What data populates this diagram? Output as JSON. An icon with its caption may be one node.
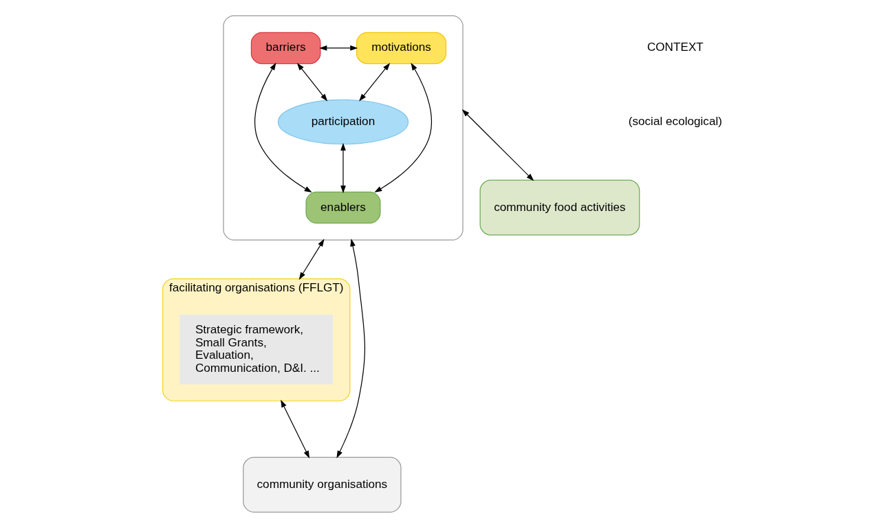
{
  "diagram": {
    "nodes": [
      {
        "text": [],
        "shape": "box"
      },
      {
        "text": [
          "motivations"
        ],
        "in": 0
      },
      {
        "text": [
          "barriers"
        ],
        "in": 0
      },
      {
        "text": [
          "participation"
        ],
        "in": 0
      },
      {
        "text": [
          "enablers"
        ],
        "in": 0
      },
      {
        "text": [
          "community food activities"
        ]
      },
      {
        "text": [
          "facilitating organisations (FFLGT)"
        ]
      },
      {
        "text": [
          "Strategic framework, Small Grants, Evaluation, Communication, D&I. ..."
        ],
        "in": 6
      },
      {
        "text": [
          "community organisations"
        ]
      }
    ],
    "edges": [
      {
        "from": 1,
        "to": 2,
        "arrow": "both"
      },
      {
        "from": 1,
        "to": 3,
        "arrow": "both"
      },
      {
        "from": 2,
        "to": 3,
        "arrow": "both"
      },
      {
        "from": 1,
        "to": 4,
        "arrow": "both"
      },
      {
        "from": 3,
        "to": 4,
        "arrow": "both"
      },
      {
        "from": 2,
        "to": 4,
        "arrow": "both"
      },
      {
        "from": 0,
        "to": 5,
        "arrow": "both"
      },
      {
        "from": 0,
        "to": 6,
        "arrow": "both"
      },
      {
        "from": 0,
        "to": 8,
        "arrow": "both"
      },
      {
        "from": 6,
        "to": 8,
        "arrow": "both"
      }
    ],
    "labels": [
      "CONTEXT",
      "(social ecological)"
    ]
  }
}
